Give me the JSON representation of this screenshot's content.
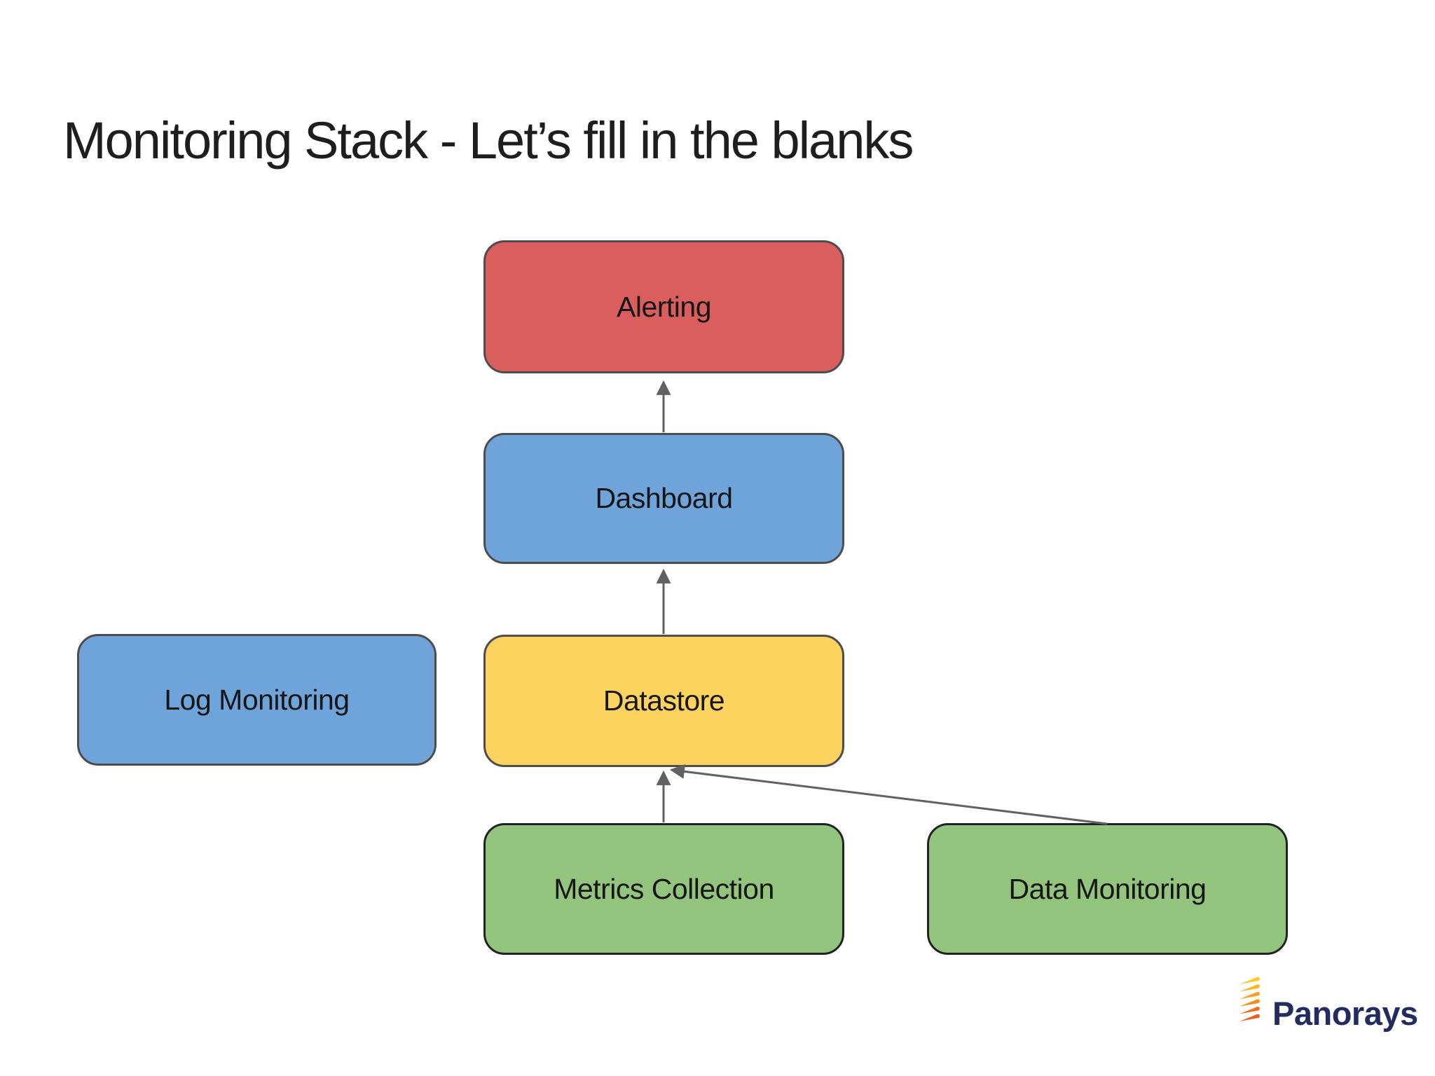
{
  "slide": {
    "title": "Monitoring Stack - Let’s fill in the blanks"
  },
  "diagram": {
    "arrow_color": "#616161",
    "nodes": [
      {
        "id": "alerting",
        "label": "Alerting",
        "fill": "#DB5E5E",
        "border": "#4D4D4D"
      },
      {
        "id": "dashboard",
        "label": "Dashboard",
        "fill": "#6FA4DB",
        "border": "#4D4D4D"
      },
      {
        "id": "log-monitoring",
        "label": "Log Monitoring",
        "fill": "#6FA4DB",
        "border": "#4D4D4D"
      },
      {
        "id": "datastore",
        "label": "Datastore",
        "fill": "#FDD35F",
        "border": "#4D4D4D"
      },
      {
        "id": "metrics-collection",
        "label": "Metrics Collection",
        "fill": "#93C47D",
        "border": "#222222"
      },
      {
        "id": "data-monitoring",
        "label": "Data Monitoring",
        "fill": "#93C47D",
        "border": "#222222"
      }
    ],
    "edges": [
      {
        "from": "dashboard",
        "to": "alerting"
      },
      {
        "from": "datastore",
        "to": "dashboard"
      },
      {
        "from": "metrics-collection",
        "to": "datastore"
      },
      {
        "from": "data-monitoring",
        "to": "datastore"
      }
    ]
  },
  "footer": {
    "logo_text": "Panorays",
    "logo_text_color": "#232C5F",
    "logo_flame_colors": [
      "#FDC930",
      "#FBB623",
      "#F9A01C",
      "#F78C1B",
      "#F4701E",
      "#EF5A25"
    ]
  }
}
